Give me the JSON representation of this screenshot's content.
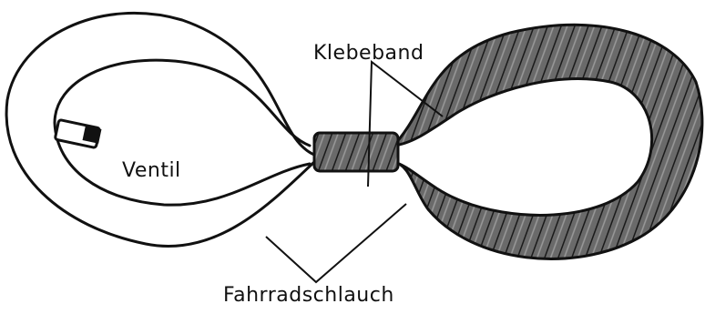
{
  "labels": {
    "klebeband": "Klebeband",
    "ventil": "Ventil",
    "fahrradschlauch": "Fahrradschlauch"
  }
}
